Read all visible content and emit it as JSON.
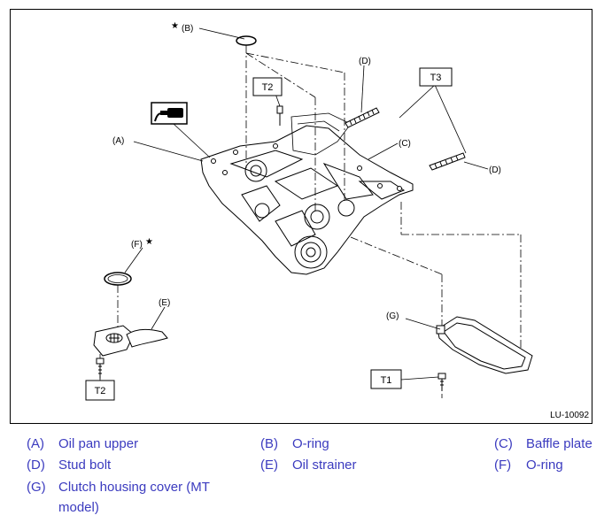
{
  "figure": {
    "callouts": {
      "a": "(A)",
      "b": "(B)",
      "c": "(C)",
      "d_top": "(D)",
      "d_right": "(D)",
      "e": "(E)",
      "f": "(F)",
      "g": "(G)"
    },
    "star": "★",
    "torque_boxes": {
      "t1": "T1",
      "t2_top": "T2",
      "t2_bottom": "T2",
      "t3": "T3"
    },
    "figure_code": "LU-10092",
    "icon_names": [
      "sealant-tube-icon",
      "star-icon"
    ]
  },
  "legend": {
    "color": "#3b3bbf",
    "items": [
      {
        "key": "(A)",
        "label": "Oil pan upper"
      },
      {
        "key": "(B)",
        "label": "O-ring"
      },
      {
        "key": "(C)",
        "label": "Baffle plate"
      },
      {
        "key": "(D)",
        "label": "Stud bolt"
      },
      {
        "key": "(E)",
        "label": "Oil strainer"
      },
      {
        "key": "(F)",
        "label": "O-ring"
      },
      {
        "key": "(G)",
        "label": "Clutch housing cover (MT"
      },
      {
        "key": "",
        "label": "model)"
      }
    ]
  }
}
